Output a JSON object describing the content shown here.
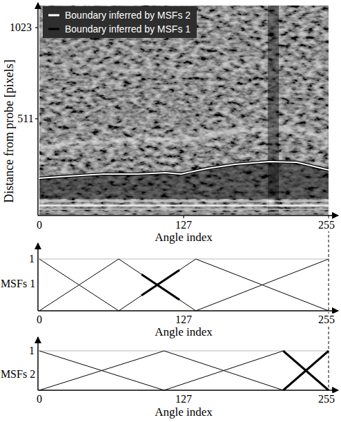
{
  "diagram": {
    "labels": [
      "1023",
      "511",
      "Distance from probe [pixels]",
      "0",
      "127",
      "255",
      "Angle index",
      "1",
      "MSFs 1",
      "0",
      "127",
      "255",
      "Angle index",
      "1",
      "MSFs 2",
      "0",
      "127",
      "255",
      "Angle index"
    ],
    "legend": [
      {
        "text": "Boundary inferred by MSFs 2"
      },
      {
        "text": "Boundary inferred by MSFs 1"
      }
    ]
  }
}
